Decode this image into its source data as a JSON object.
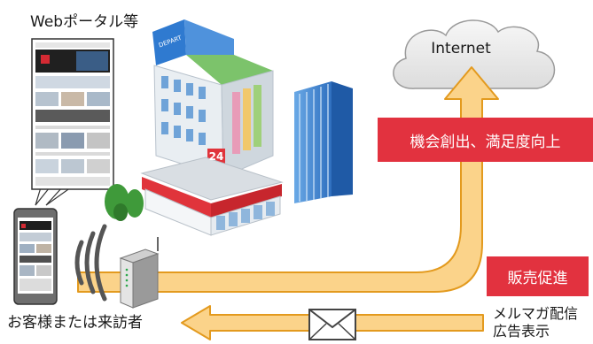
{
  "labels": {
    "web_portal": "Webポータル等",
    "customer": "お客様または来訪者",
    "internet": "Internet",
    "opportunity": "機会創出、満足度向上",
    "promotion": "販売促進",
    "mail_line1": "メルマガ配信",
    "mail_line2": "広告表示",
    "convenience_store_sign": "24",
    "department_store_sign": "DEPART"
  },
  "colors": {
    "badge_red": "#e2323f",
    "arrow_fill": "#fbd38a",
    "arrow_stroke": "#e39a1e",
    "cloud_fill": "#eeeeee"
  }
}
